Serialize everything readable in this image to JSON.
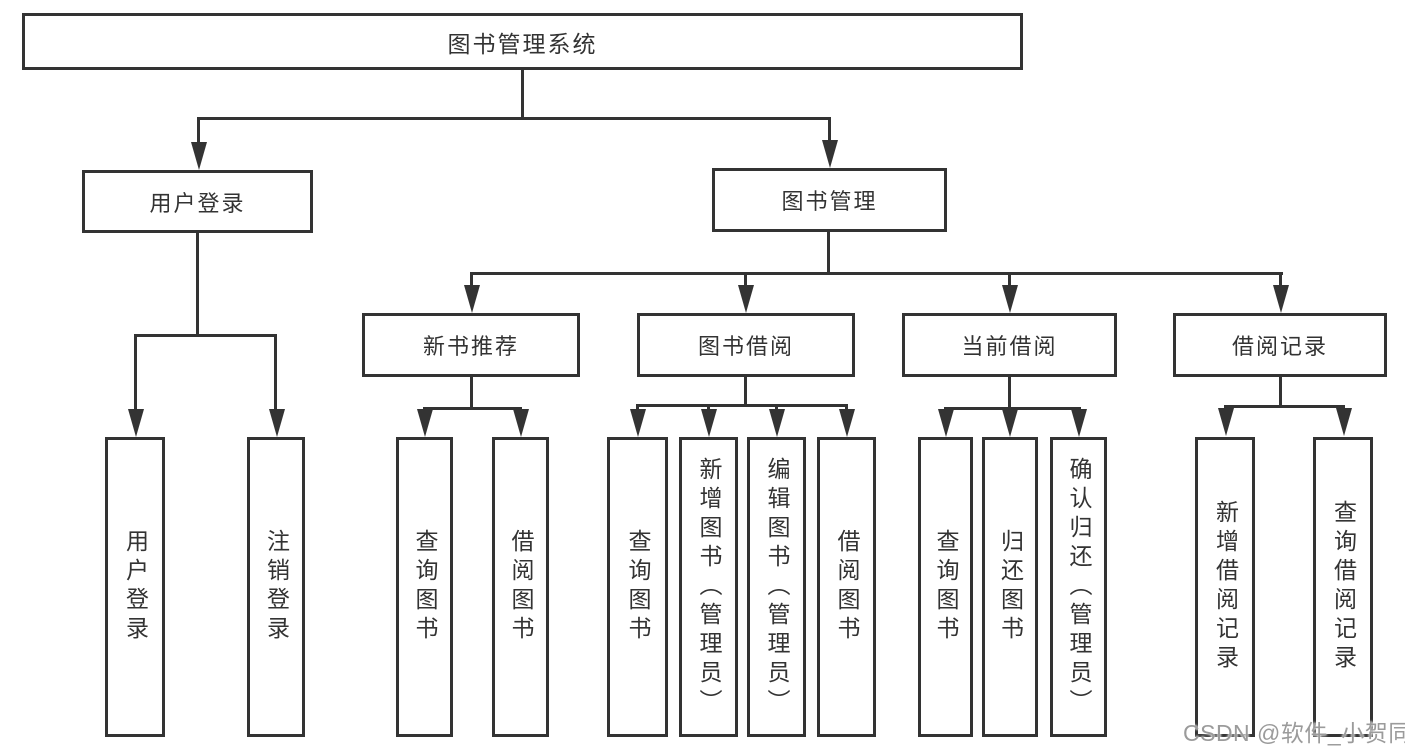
{
  "tree": {
    "label": "图书管理系统",
    "children": [
      {
        "label": "用户登录",
        "children": [
          {
            "label": "用户登录"
          },
          {
            "label": "注销登录"
          }
        ]
      },
      {
        "label": "图书管理",
        "children": [
          {
            "label": "新书推荐",
            "children": [
              {
                "label": "查询图书"
              },
              {
                "label": "借阅图书"
              }
            ]
          },
          {
            "label": "图书借阅",
            "children": [
              {
                "label": "查询图书"
              },
              {
                "label": "新增图书（管理员）"
              },
              {
                "label": "编辑图书（管理员）"
              },
              {
                "label": "借阅图书"
              }
            ]
          },
          {
            "label": "当前借阅",
            "children": [
              {
                "label": "查询图书"
              },
              {
                "label": "归还图书"
              },
              {
                "label": "确认归还（管理员）"
              }
            ]
          },
          {
            "label": "借阅记录",
            "children": [
              {
                "label": "新增借阅记录"
              },
              {
                "label": "查询借阅记录"
              }
            ]
          }
        ]
      }
    ]
  },
  "watermark": "CSDN @软件_小贺同学",
  "colors": {
    "line": "#333333",
    "background": "#ffffff",
    "watermark": "#9b9b9b"
  }
}
